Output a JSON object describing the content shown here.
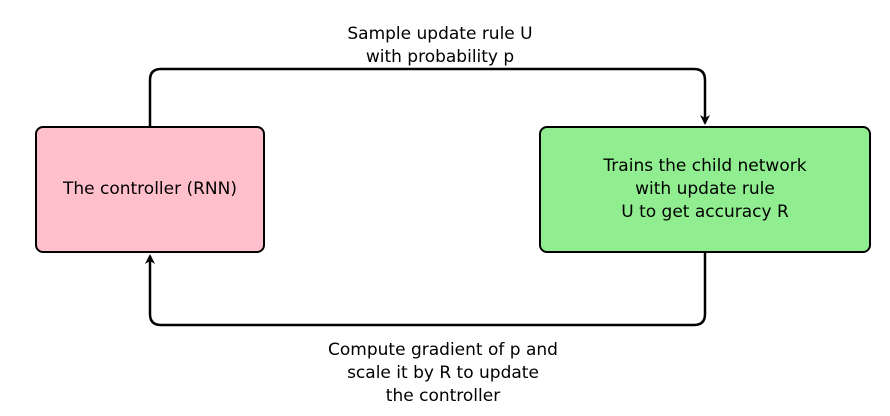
{
  "nodes": {
    "controller": {
      "lines": [
        "The controller (RNN)"
      ],
      "fill": "#ffc0cb"
    },
    "child_network": {
      "lines": [
        "Trains the child network",
        "with update rule",
        "U to get accuracy R"
      ],
      "fill": "#90ee90"
    }
  },
  "edges": {
    "sample": {
      "lines": [
        "Sample update rule U",
        "with probability p"
      ]
    },
    "feedback": {
      "lines": [
        "Compute gradient of p and",
        "scale it by R to update",
        "the controller"
      ]
    }
  },
  "colors": {
    "stroke": "#000000"
  }
}
